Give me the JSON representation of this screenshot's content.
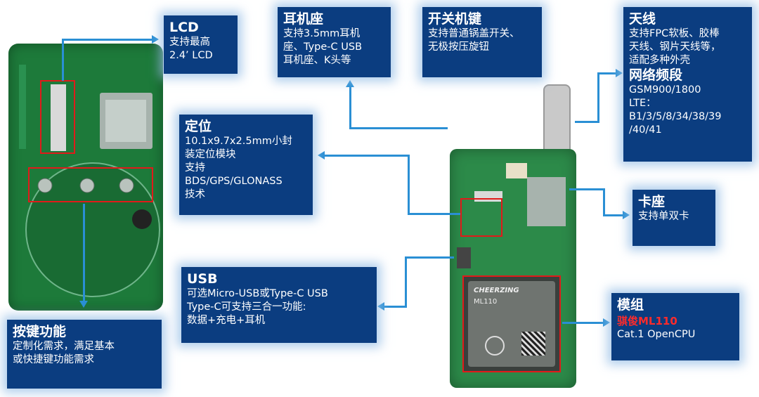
{
  "lcd": {
    "title": "LCD",
    "desc": "支持最高\n2.4’ LCD"
  },
  "earphone": {
    "title": "耳机座",
    "desc": "支持3.5mm耳机\n座、Type-C USB\n耳机座、K头等"
  },
  "switch": {
    "title": "开关机键",
    "desc": "支持普通锅盖开关、\n无极按压旋钮"
  },
  "antenna": {
    "title": "天线",
    "desc": "支持FPC软板、胶棒\n天线、钢片天线等，\n适配多种外壳",
    "title2": "网络频段",
    "desc2": "GSM900/1800\nLTE：\nB1/3/5/8/34/38/39\n/40/41"
  },
  "positioning": {
    "title": "定位",
    "desc": "10.1x9.7x2.5mm小封\n装定位模块\n支持\nBDS/GPS/GLONASS\n技术"
  },
  "sim": {
    "title": "卡座",
    "desc": "支持单双卡"
  },
  "usb": {
    "title": "USB",
    "desc": "可选Micro-USB或Type-C USB\nType-C可支持三合一功能:\n数据+充电+耳机"
  },
  "keys": {
    "title": "按键功能",
    "desc": "定制化需求，满足基本\n或快捷键功能需求"
  },
  "module": {
    "title": "模组",
    "brand": "骐俊ML110",
    "desc": "Cat.1 OpenCPU"
  },
  "chip": {
    "brand": "CHEERZING",
    "model": "ML110"
  }
}
